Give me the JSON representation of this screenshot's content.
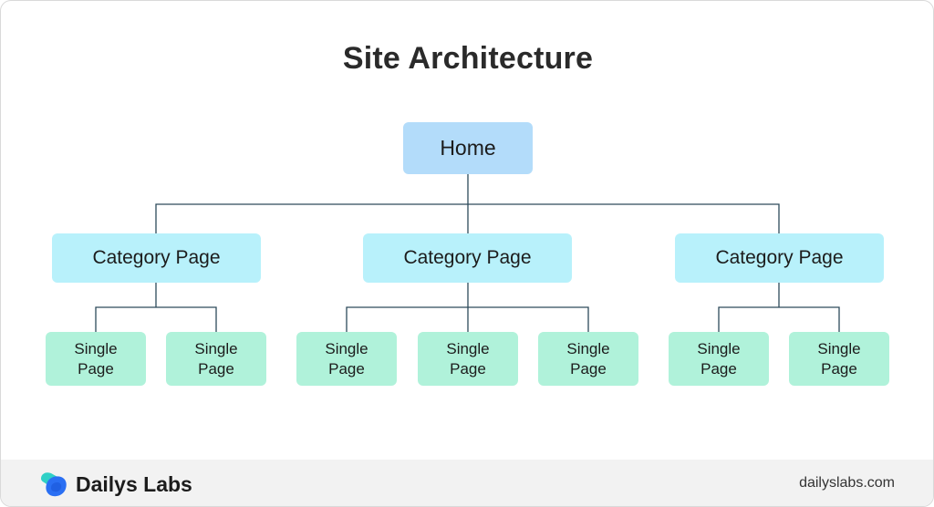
{
  "title": "Site Architecture",
  "tree": {
    "root": "Home",
    "categories": [
      {
        "label": "Category Page",
        "children": [
          "Single\nPage",
          "Single\nPage"
        ]
      },
      {
        "label": "Category Page",
        "children": [
          "Single\nPage",
          "Single\nPage",
          "Single\nPage"
        ]
      },
      {
        "label": "Category Page",
        "children": [
          "Single\nPage",
          "Single\nPage"
        ]
      }
    ]
  },
  "footer": {
    "brand_name": "Dailys Labs",
    "website": "dailyslabs.com"
  },
  "icons": {
    "logo": "dailys-labs-logo-icon"
  },
  "colors": {
    "home_box": "#b3dcfa",
    "category_box": "#b8f1fb",
    "single_box": "#b0f2da",
    "connector": "#2d4a5a",
    "footer_bg": "#f2f2f2"
  }
}
